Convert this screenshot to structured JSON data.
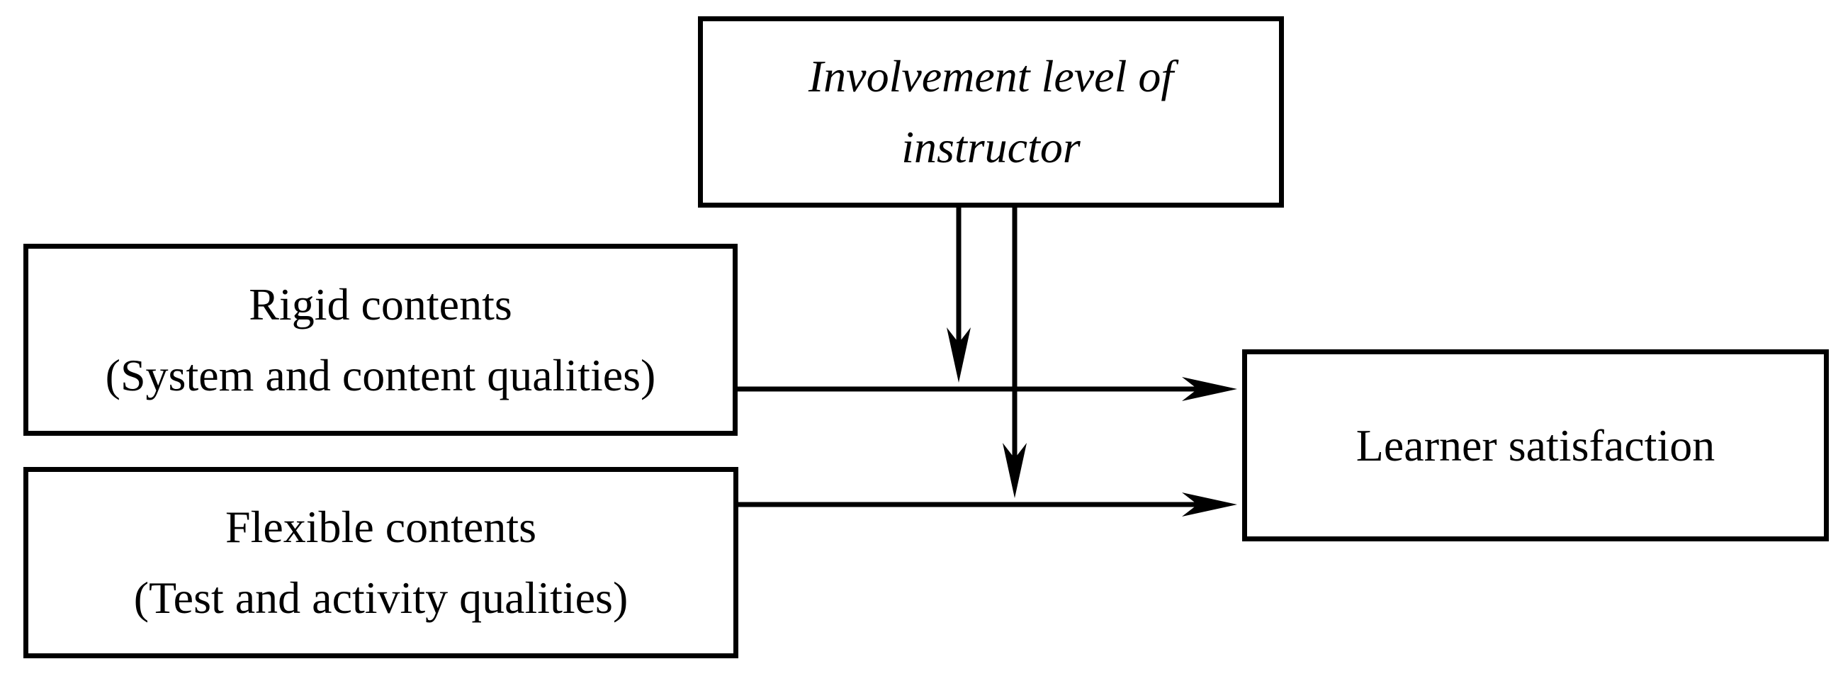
{
  "figure": {
    "type": "moderation-path-diagram",
    "background_color": "#ffffff",
    "stroke_color": "#000000",
    "nodes": {
      "moderator": {
        "role": "moderator",
        "emphasis": "italic",
        "lines": [
          "Involvement level of",
          "instructor"
        ]
      },
      "rigid": {
        "role": "predictor",
        "lines": [
          "Rigid contents",
          "(System and content qualities)"
        ]
      },
      "flexible": {
        "role": "predictor",
        "lines": [
          "Flexible contents",
          "(Test and activity qualities)"
        ]
      },
      "outcome": {
        "role": "outcome",
        "lines": [
          "Learner satisfaction"
        ]
      }
    },
    "edges": [
      {
        "from": "rigid",
        "to": "outcome",
        "type": "direct-effect-arrow"
      },
      {
        "from": "flexible",
        "to": "outcome",
        "type": "direct-effect-arrow"
      },
      {
        "from": "moderator",
        "to": "rigid-outcome-path",
        "type": "moderation-arrow"
      },
      {
        "from": "moderator",
        "to": "flexible-outcome-path",
        "type": "moderation-arrow"
      }
    ]
  }
}
